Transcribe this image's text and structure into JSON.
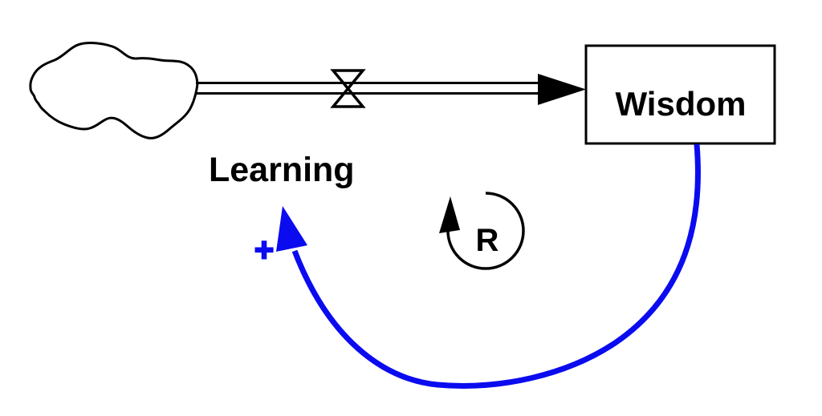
{
  "diagram": {
    "type": "stock-and-flow",
    "stock": {
      "label": "Wisdom"
    },
    "flow": {
      "label": "Learning"
    },
    "loop_indicator": {
      "label": "R",
      "direction": "clockwise"
    },
    "feedback_link": {
      "polarity_label": "+"
    },
    "colors": {
      "ink_black": "#000000",
      "link_blue": "#0b0bf0",
      "background": "#ffffff"
    }
  }
}
